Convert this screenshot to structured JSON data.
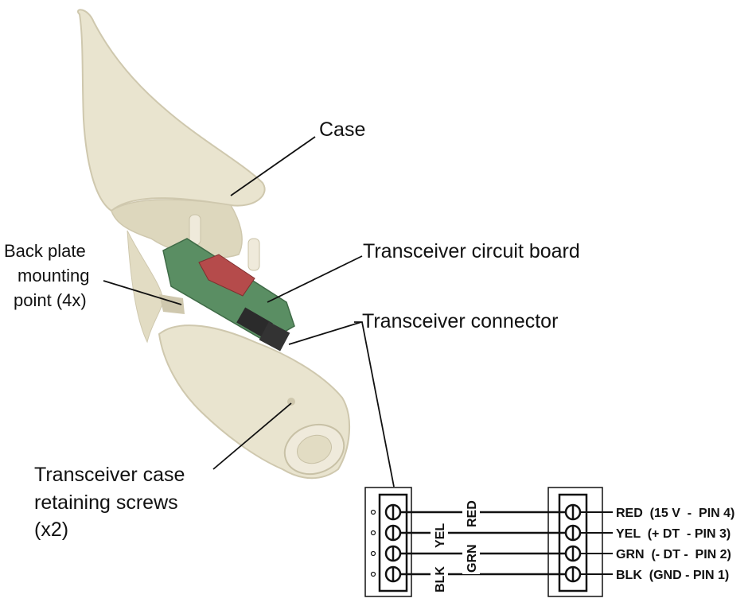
{
  "callouts": {
    "case": "Case",
    "back_plate_line1": "Back plate",
    "back_plate_line2": "mounting",
    "back_plate_line3": "point (4x)",
    "circuit_board": "Transceiver circuit board",
    "connector": "Transceiver connector",
    "screws_line1": "Transceiver case",
    "screws_line2": "retaining screws",
    "screws_line3": "(x2)"
  },
  "wiring": {
    "wire_labels": {
      "red": "RED",
      "yel": "YEL",
      "grn": "GRN",
      "blk": "BLK"
    },
    "pins": [
      {
        "label": "RED  (15 V  -  PIN 4)",
        "color": "#111111"
      },
      {
        "label": "YEL  (+ DT  - PIN 3)",
        "color": "#111111"
      },
      {
        "label": "GRN  (- DT -  PIN 2)",
        "color": "#111111"
      },
      {
        "label": "BLK  (GND - PIN 1)",
        "color": "#111111"
      }
    ]
  },
  "colors": {
    "case_fill": "#e9e4cf",
    "case_shadow": "#cfc8ae",
    "board_green": "#5a8e63",
    "board_red": "#b54b4b",
    "line": "#111111"
  }
}
